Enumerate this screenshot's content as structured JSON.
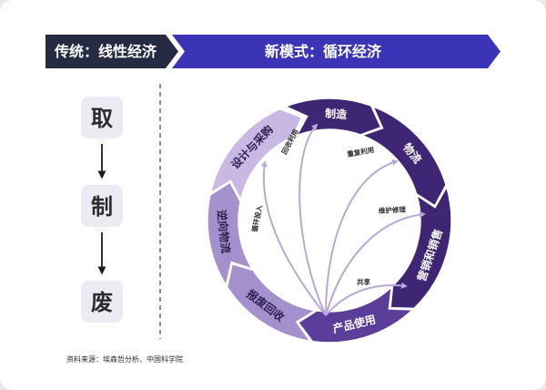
{
  "banner": {
    "traditional": "传统：线性经济",
    "new_model": "新模式：循环经济"
  },
  "linear": {
    "steps": [
      "取",
      "制",
      "废"
    ]
  },
  "cycle": {
    "segments": [
      "制造",
      "物流",
      "营销和销售",
      "产品使用",
      "报废回收",
      "逆向物流",
      "设计与采购"
    ]
  },
  "loops": {
    "recycle": "回收利用",
    "reuse": "重复利用",
    "repair": "维护修理",
    "share": "共享",
    "reinput": "循环投入"
  },
  "source": "资料来源：埃森哲分析、中国科学院",
  "colors": {
    "banner_dark": "#262b44",
    "banner_blue": "#3b34b6",
    "seg_dark": "#3e2674",
    "seg_mid": "#5b3e9a",
    "seg_light": "#a490cd",
    "seg_pale": "#c9b8e4",
    "arrow": "#b7a8dc",
    "linear_box": "#eceaf2"
  }
}
